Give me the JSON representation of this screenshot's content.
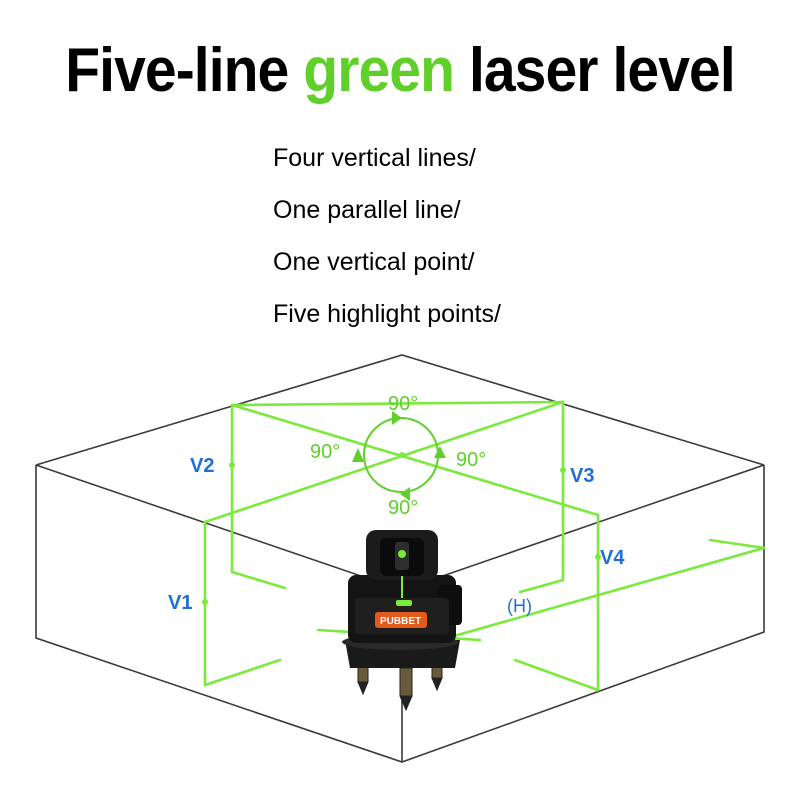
{
  "title": {
    "part1": "Five-line ",
    "part2": "green",
    "part3": " laser level"
  },
  "features": [
    "Four vertical lines/",
    "One parallel line/",
    "One vertical point/",
    "Five highlight points/"
  ],
  "diagram": {
    "labels": {
      "v1": "V1",
      "v2": "V2",
      "v3": "V3",
      "v4": "V4",
      "h": "(H)"
    },
    "angles": {
      "top": "90°",
      "left": "90°",
      "right": "90°",
      "bottom": "90°"
    },
    "device_brand": "PUBBET"
  },
  "colors": {
    "laser_green": "#5fcf2a",
    "label_blue": "#1f6fd6",
    "frame": "#3a3a3a"
  }
}
